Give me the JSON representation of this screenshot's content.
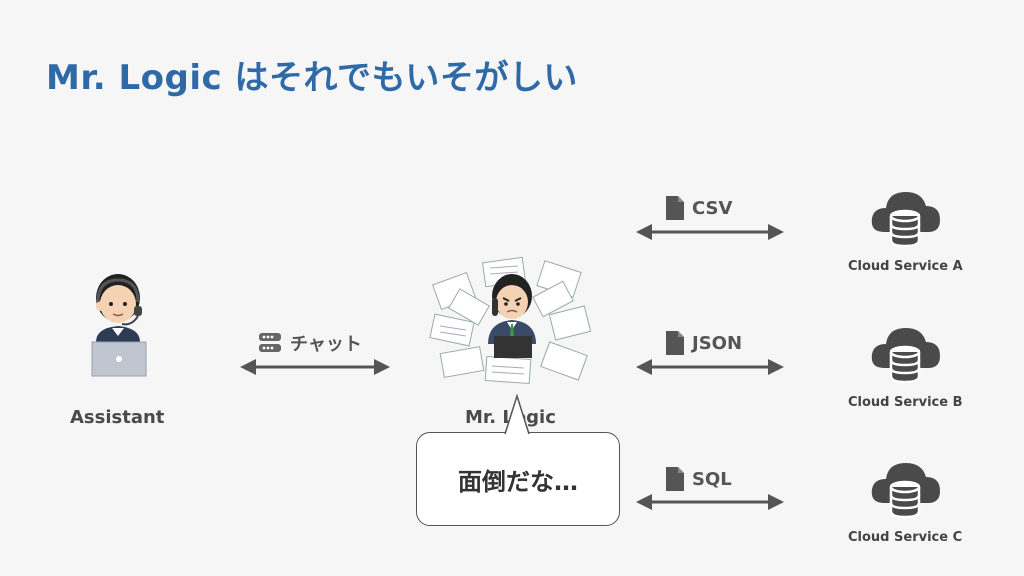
{
  "title": "Mr. Logic はそれでもいそがしい",
  "nodes": {
    "assistant": "Assistant",
    "mr_logic": "Mr. Logic"
  },
  "edges": {
    "chat": "チャット",
    "csv": "CSV",
    "json": "JSON",
    "sql": "SQL"
  },
  "clouds": {
    "a": "Cloud Service A",
    "b": "Cloud Service B",
    "c": "Cloud Service C"
  },
  "speech_bubble": "面倒だな…",
  "colors": {
    "title": "#2f6aa8",
    "arrow": "#555555",
    "cloud": "#4a4a4a"
  },
  "icons": [
    "chat-icon",
    "document-icon",
    "cloud-database-icon",
    "assistant-person-icon",
    "busy-person-papers-icon"
  ]
}
